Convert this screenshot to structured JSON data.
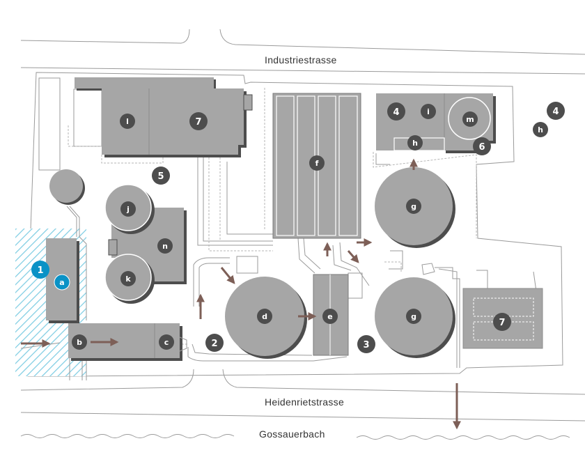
{
  "streets": {
    "north": "Industriestrasse",
    "south": "Heidenrietstrasse",
    "creek": "Gossauerbach"
  },
  "colors": {
    "building": "#a6a6a6",
    "building_shadow": "#4d4d4d",
    "badge": "#4d4d4d",
    "highlight": "#0a92c6",
    "arrow": "#7d5f57",
    "outline": "#9a9a9a",
    "hatch": "#7fcde3"
  },
  "markers": {
    "site_1": "1",
    "a": "a",
    "b": "b",
    "c": "c",
    "zone_2": "2",
    "zone_3": "3",
    "d": "d",
    "e": "e",
    "f": "f",
    "g_upper": "g",
    "g_lower": "g",
    "h_left": "h",
    "h_right": "h",
    "i": "i",
    "j": "j",
    "k": "k",
    "l": "l",
    "m": "m",
    "n": "n",
    "zone_4_left": "4",
    "zone_4_right": "4",
    "zone_5": "5",
    "zone_6": "6",
    "zone_7_top": "7",
    "zone_7_right": "7"
  }
}
